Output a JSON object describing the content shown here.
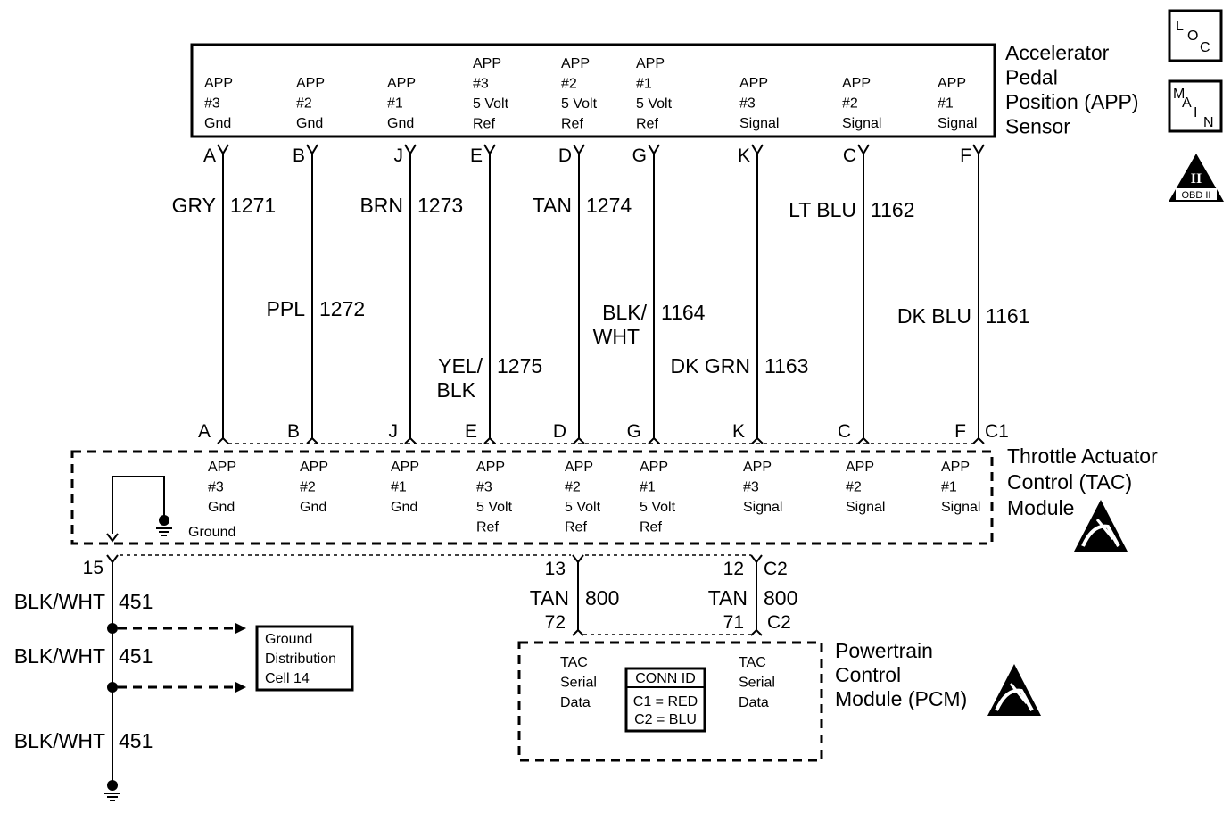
{
  "app_sensor": {
    "title": [
      "Accelerator",
      "Pedal",
      "Position (APP)",
      "Sensor"
    ],
    "pins": [
      {
        "id": "A",
        "lines": [
          "APP",
          "#3",
          "Gnd"
        ]
      },
      {
        "id": "B",
        "lines": [
          "APP",
          "#2",
          "Gnd"
        ]
      },
      {
        "id": "J",
        "lines": [
          "APP",
          "#1",
          "Gnd"
        ]
      },
      {
        "id": "E",
        "lines": [
          "APP",
          "#3",
          "5 Volt",
          "Ref"
        ]
      },
      {
        "id": "D",
        "lines": [
          "APP",
          "#2",
          "5 Volt",
          "Ref"
        ]
      },
      {
        "id": "G",
        "lines": [
          "APP",
          "#1",
          "5 Volt",
          "Ref"
        ]
      },
      {
        "id": "K",
        "lines": [
          "APP",
          "#3",
          "Signal"
        ]
      },
      {
        "id": "C",
        "lines": [
          "APP",
          "#2",
          "Signal"
        ]
      },
      {
        "id": "F",
        "lines": [
          "APP",
          "#1",
          "Signal"
        ]
      }
    ]
  },
  "wires": [
    {
      "color": [
        "GRY"
      ],
      "circuit": "1271"
    },
    {
      "color": [
        "PPL"
      ],
      "circuit": "1272"
    },
    {
      "color": [
        "BRN"
      ],
      "circuit": "1273"
    },
    {
      "color": [
        "YEL/",
        "BLK"
      ],
      "circuit": "1275"
    },
    {
      "color": [
        "TAN"
      ],
      "circuit": "1274"
    },
    {
      "color": [
        "BLK/",
        "WHT"
      ],
      "circuit": "1164"
    },
    {
      "color": [
        "DK GRN"
      ],
      "circuit": "1163"
    },
    {
      "color": [
        "LT BLU"
      ],
      "circuit": "1162"
    },
    {
      "color": [
        "DK BLU"
      ],
      "circuit": "1161"
    }
  ],
  "tac_module": {
    "title": [
      "Throttle Actuator",
      "Control (TAC)",
      "Module"
    ],
    "connector": "C1",
    "ground_label": "Ground",
    "ground_pin": "15"
  },
  "ground_circuit": {
    "segments": [
      {
        "color": "BLK/WHT",
        "circuit": "451"
      },
      {
        "color": "BLK/WHT",
        "circuit": "451"
      },
      {
        "color": "BLK/WHT",
        "circuit": "451"
      }
    ],
    "reference": [
      "Ground",
      "Distribution",
      "Cell 14"
    ]
  },
  "serial_data": [
    {
      "tac_pin": "13",
      "pcm_pin": "72",
      "color": "TAN",
      "circuit": "800"
    },
    {
      "tac_pin": "12",
      "pcm_pin": "71",
      "color": "TAN",
      "circuit": "800"
    }
  ],
  "serial_connector": "C2",
  "pcm": {
    "title": [
      "Powertrain",
      "Control",
      "Module (PCM)"
    ],
    "pin_label": [
      "TAC",
      "Serial",
      "Data"
    ],
    "conn_id": {
      "title": "CONN ID",
      "rows": [
        "C1 = RED",
        "C2 = BLU"
      ]
    }
  },
  "icons": {
    "loc": [
      "L",
      "O",
      "C"
    ],
    "main": [
      "M",
      "A",
      "I",
      "N"
    ],
    "obd": {
      "roman": "II",
      "text": "OBD II"
    }
  }
}
